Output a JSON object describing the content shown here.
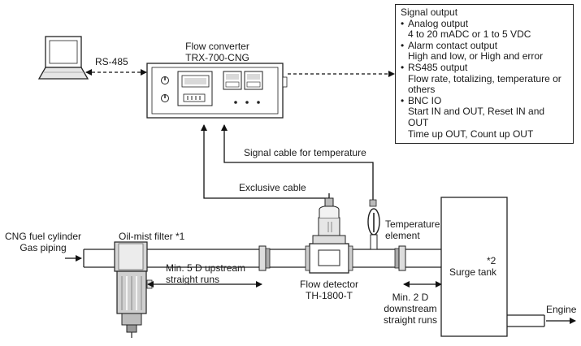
{
  "converter": {
    "line1": "Flow converter",
    "line2": "TRX-700-CNG"
  },
  "rs485": "RS-485",
  "signal_output": {
    "title": "Signal output",
    "items": [
      {
        "label": "Analog output",
        "detail": "4 to 20 mADC or 1 to 5 VDC"
      },
      {
        "label": "Alarm contact output",
        "detail": "High and low, or High and error"
      },
      {
        "label": "RS485 output",
        "detail": "Flow rate, totalizing, temperature or\nothers"
      },
      {
        "label": "BNC IO",
        "detail": "Start IN and OUT, Reset IN and\nOUT\nTime up OUT, Count up OUT"
      }
    ]
  },
  "signal_cable": "Signal cable for temperature",
  "exclusive_cable": "Exclusive cable",
  "cng": {
    "line1": "CNG fuel cylinder",
    "line2": "Gas piping"
  },
  "oil_mist": "Oil-mist filter *1",
  "upstream": {
    "line1": "Min. 5 D upstream",
    "line2": "straight runs"
  },
  "flow_detector": {
    "line1": "Flow detector",
    "line2": "TH-1800-T"
  },
  "temperature": {
    "line1": "Temperature",
    "line2": "element"
  },
  "surge": {
    "note": "*2",
    "label": "Surge tank"
  },
  "downstream": {
    "line1": "Min. 2 D",
    "line2": "downstream",
    "line3": "straight runs"
  },
  "engine": "Engine"
}
